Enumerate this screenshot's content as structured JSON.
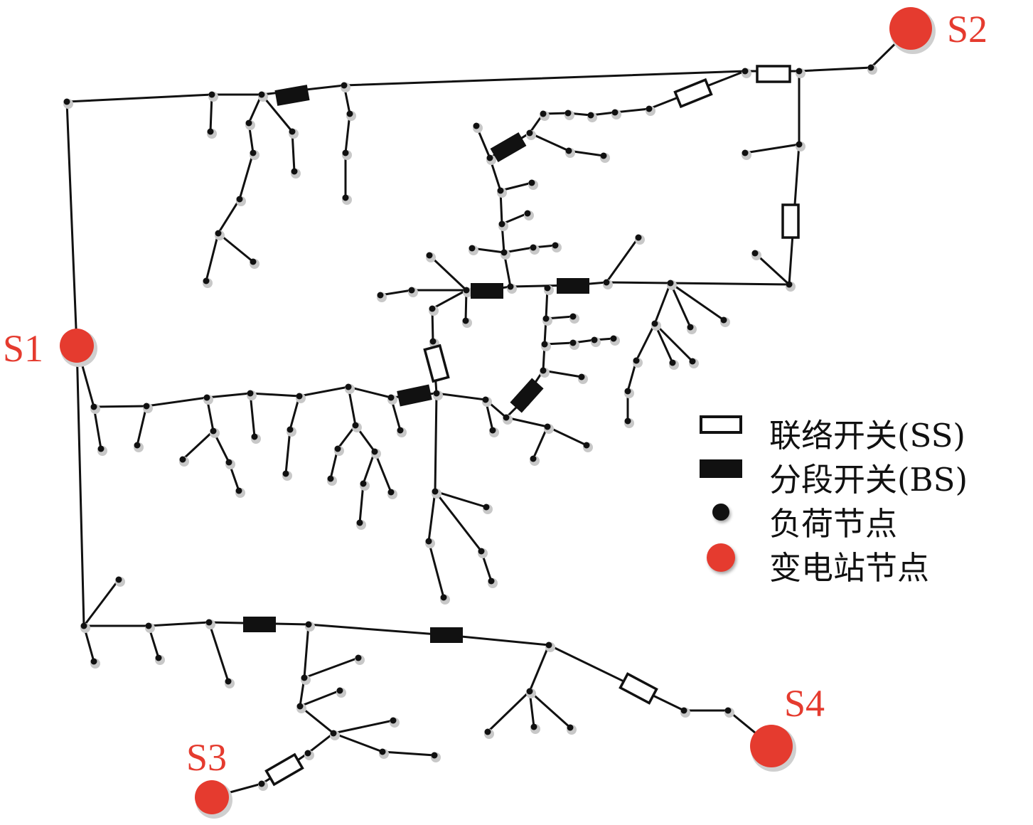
{
  "substations": {
    "s1": "S1",
    "s2": "S2",
    "s3": "S3",
    "s4": "S4"
  },
  "legend": {
    "tie_switch": "联络开关(SS)",
    "sectionalizing_switch": "分段开关(BS)",
    "load_node": "负荷节点",
    "substation_node": "变电站节点"
  },
  "colors": {
    "line": "#111111",
    "substation": "#e53b2f",
    "node_shadow": "#bdbdbd"
  },
  "icons": {
    "tie_switch": "hollow-rectangle",
    "sectionalizing_switch": "filled-rectangle",
    "load_node": "black-dot",
    "substation_node": "red-circle"
  }
}
